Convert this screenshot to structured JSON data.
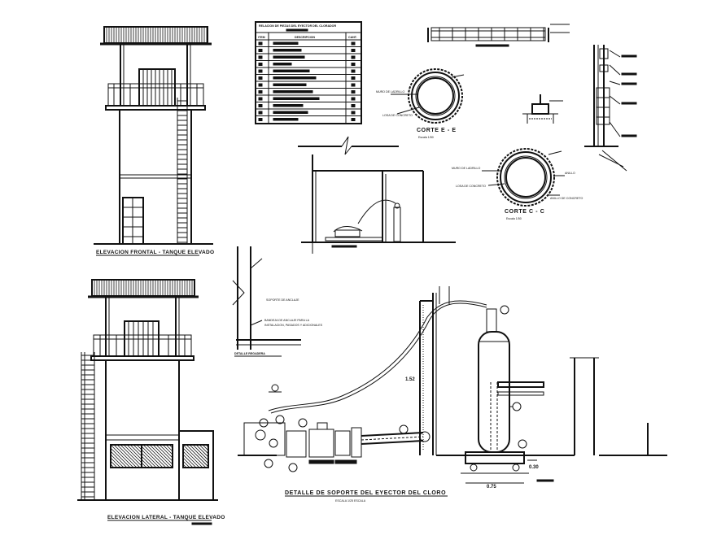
{
  "title_left_top": "ELEVACION FRONTAL - TANQUE ELEVADO",
  "title_left_bottom": "ELEVACION LATERAL - TANQUE ELEVADO",
  "title_main": "DETALLE DE SOPORTE DEL EYECTOR DEL CLORO",
  "scale_main": "ESCALA 1/25 ESCALA",
  "title_small_section": "DETALLE REGADERA",
  "label_dim_height": "1.52",
  "label_dim_base_width": "0.75",
  "label_dim_base_height": "0.30",
  "section_ee_title": "CORTE  E - E",
  "section_ee_scale": "Escala 1/50",
  "section_cc_title": "CORTE  C - C",
  "section_cc_scale": "Escala 1/50",
  "table_title": "RELACION DE PIEZAS DEL EYECTOR DEL CLORADOR",
  "table_headers": [
    "ITEM",
    "DESCRIPCION",
    "CANT."
  ],
  "section_ee_labels": [
    "MURO DE LADRILLO",
    "LOSA DE CONCRETO"
  ],
  "section_cc_labels": [
    "MURO DE LADRILLO",
    "LOSA DE CONCRETO",
    "ANILLO",
    "ANILLO DE CONCRETO"
  ],
  "annot_small_section": [
    "SOPORTE DE ANCLAJE",
    "BANDEJA DE ANCLAJE PARA LA",
    "INSTALACION, PASADOS Y ADICIONALES"
  ],
  "colors": {
    "ink": "#111111",
    "paper": "#ffffff"
  }
}
